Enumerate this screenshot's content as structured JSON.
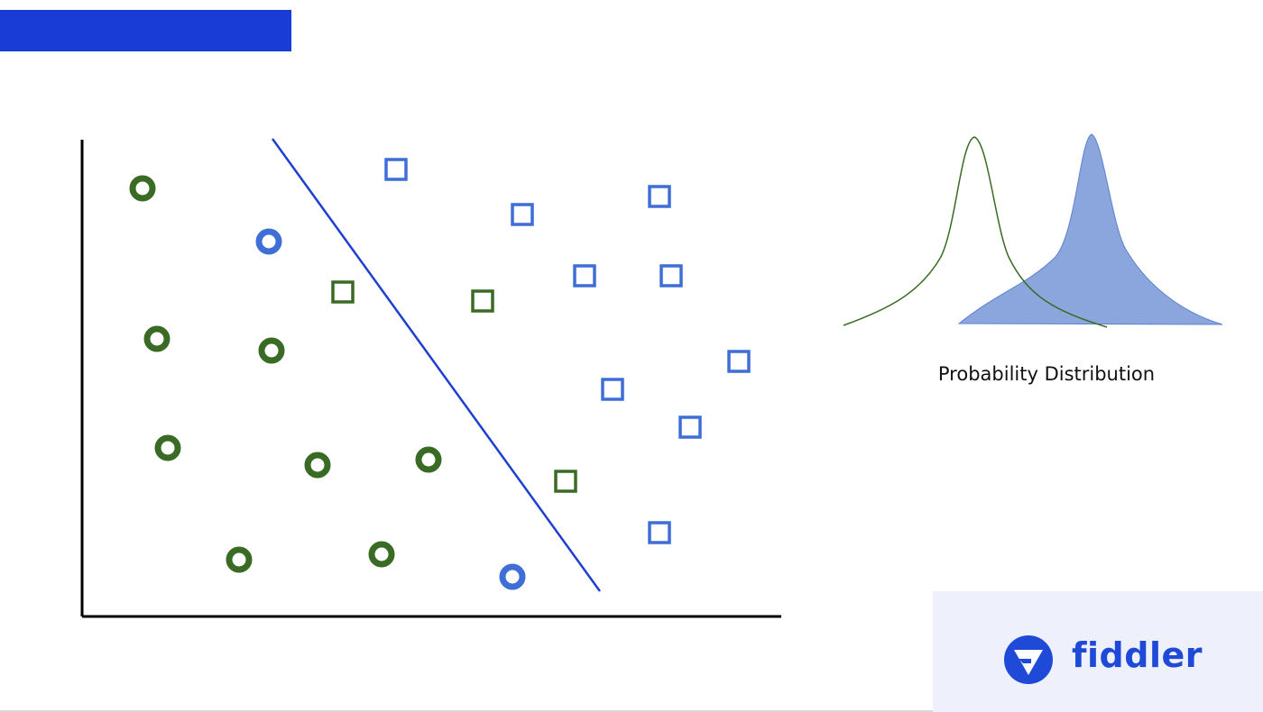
{
  "colors": {
    "banner": "#1a3cd6",
    "green_class": "#3a6b25",
    "blue_class": "#3f6ed6",
    "boundary_line": "#1e3fd0",
    "axis": "#000000",
    "dist_outline": "#3a6b25",
    "dist_fill": "#8aa6dc",
    "dist_fill_stroke": "#5b82d0",
    "logo_bg": "#eef0fb",
    "logo_color": "#1f4ad8"
  },
  "distribution": {
    "label": "Probability Distribution"
  },
  "logo": {
    "icon": "fiddler-logo-icon",
    "text": "fiddler"
  },
  "points": {
    "green_circles": [
      [
        158,
        209
      ],
      [
        174,
        376
      ],
      [
        301,
        389
      ],
      [
        186,
        497
      ],
      [
        352,
        516
      ],
      [
        475,
        510
      ],
      [
        265,
        621
      ],
      [
        423,
        615
      ]
    ],
    "blue_circles": [
      [
        298,
        268
      ],
      [
        568,
        640
      ]
    ],
    "green_squares": [
      [
        380,
        324
      ],
      [
        535,
        334
      ],
      [
        627,
        534
      ]
    ],
    "blue_squares": [
      [
        439,
        188
      ],
      [
        579,
        238
      ],
      [
        731,
        218
      ],
      [
        648,
        306
      ],
      [
        744,
        306
      ],
      [
        819,
        401
      ],
      [
        679,
        432
      ],
      [
        765,
        474
      ],
      [
        731,
        591
      ]
    ]
  }
}
